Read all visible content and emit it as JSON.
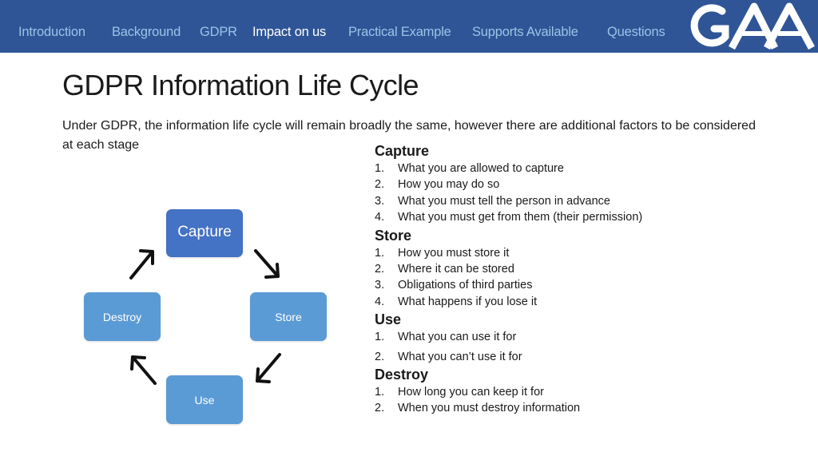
{
  "nav": {
    "items": [
      {
        "label": "Introduction",
        "active": false
      },
      {
        "label": "Background",
        "active": false
      },
      {
        "label": "GDPR",
        "active": false
      },
      {
        "label": "Impact on us",
        "active": true
      },
      {
        "label": "Practical Example",
        "active": false
      },
      {
        "label": "Supports Available",
        "active": false
      },
      {
        "label": "Questions",
        "active": false
      }
    ],
    "logo_text": "GAA",
    "colors": {
      "bar": "#2f5597",
      "inactive": "#9dc3e6",
      "active": "#ffffff"
    }
  },
  "slide": {
    "title": "GDPR Information Life Cycle",
    "intro": "Under GDPR, the information life cycle will remain broadly the same, however there are additional factors to be considered at each stage"
  },
  "cycle": {
    "capture": "Capture",
    "store": "Store",
    "use": "Use",
    "destroy": "Destroy",
    "colors": {
      "primary": "#4472c4",
      "secondary": "#5b9bd5"
    }
  },
  "stages": {
    "capture": {
      "heading": "Capture",
      "items": [
        "What you are allowed to capture",
        "How you may do so",
        "What you must tell the person in advance",
        "What you must get from them (their permission)"
      ]
    },
    "store": {
      "heading": "Store",
      "items": [
        "How you must store it",
        "Where it can be stored",
        "Obligations of third parties",
        "What happens if you lose it"
      ]
    },
    "use": {
      "heading": "Use",
      "items": [
        "What you can use it for",
        "What you can’t use it for"
      ]
    },
    "destroy": {
      "heading": "Destroy",
      "items": [
        "How long you can keep it for",
        "When you must destroy information"
      ]
    }
  }
}
